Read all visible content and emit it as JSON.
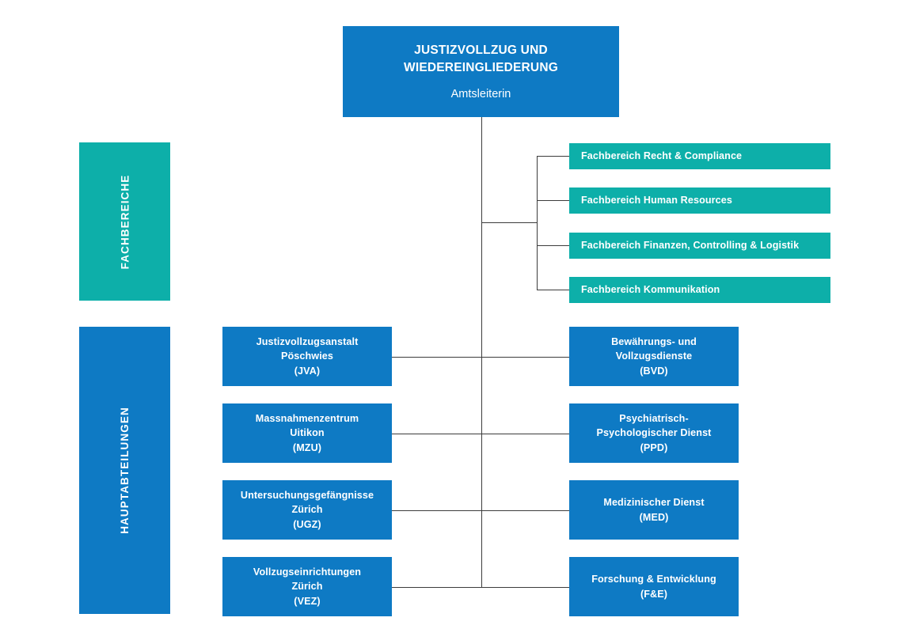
{
  "root": {
    "title_line1": "JUSTIZVOLLZUG UND",
    "title_line2": "WIEDEREINGLIEDERUNG",
    "role": "Amtsleiterin"
  },
  "bands": {
    "fachbereiche": "FACHBEREICHE",
    "hauptabteilungen": "HAUPTABTEILUNGEN"
  },
  "fachbereiche": [
    {
      "label": "Fachbereich Recht & Compliance"
    },
    {
      "label": "Fachbereich Human Resources"
    },
    {
      "label": "Fachbereich Finanzen, Controlling & Logistik"
    },
    {
      "label": "Fachbereich Kommunikation"
    }
  ],
  "hauptabteilungen_left": [
    {
      "line1": "Justizvollzugsanstalt",
      "line2": "Pöschwies",
      "line3": "(JVA)"
    },
    {
      "line1": "Massnahmenzentrum",
      "line2": "Uitikon",
      "line3": "(MZU)"
    },
    {
      "line1": "Untersuchungsgefängnisse",
      "line2": "Zürich",
      "line3": "(UGZ)"
    },
    {
      "line1": "Vollzugseinrichtungen",
      "line2": "Zürich",
      "line3": "(VEZ)"
    }
  ],
  "hauptabteilungen_right": [
    {
      "line1": "Bewährungs- und",
      "line2": "Vollzugsdienste",
      "line3": "(BVD)"
    },
    {
      "line1": "Psychiatrisch-",
      "line2": "Psychologischer Dienst",
      "line3": "(PPD)"
    },
    {
      "line1": "Medizinischer Dienst",
      "line2": "(MED)",
      "line3": ""
    },
    {
      "line1": "Forschung & Entwicklung",
      "line2": "(F&E)",
      "line3": ""
    }
  ],
  "colors": {
    "blue": "#0E7AC4",
    "teal": "#0DAFA9",
    "line": "#3c3c3c",
    "background": "#ffffff",
    "text": "#ffffff"
  }
}
